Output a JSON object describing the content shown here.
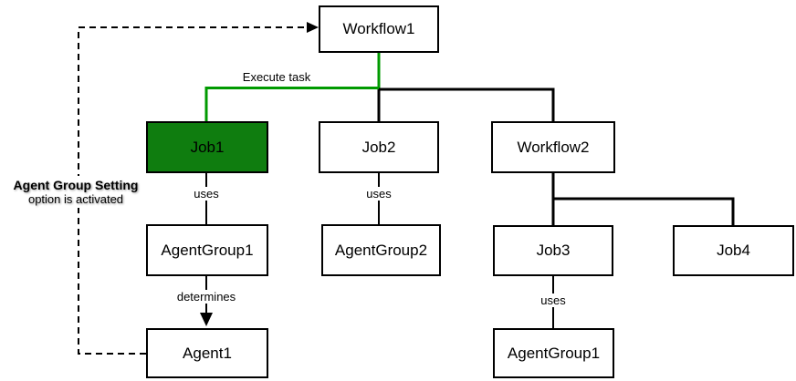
{
  "diagram": {
    "nodes": [
      {
        "id": "workflow1",
        "label": "Workflow1",
        "type": "workflow",
        "highlighted": false
      },
      {
        "id": "job1",
        "label": "Job1",
        "type": "job",
        "highlighted": true
      },
      {
        "id": "job2",
        "label": "Job2",
        "type": "job",
        "highlighted": false
      },
      {
        "id": "workflow2",
        "label": "Workflow2",
        "type": "workflow",
        "highlighted": false
      },
      {
        "id": "agentgroup1",
        "label": "AgentGroup1",
        "type": "agentgroup",
        "highlighted": false
      },
      {
        "id": "agentgroup2",
        "label": "AgentGroup2",
        "type": "agentgroup",
        "highlighted": false
      },
      {
        "id": "job3",
        "label": "Job3",
        "type": "job",
        "highlighted": false
      },
      {
        "id": "job4",
        "label": "Job4",
        "type": "job",
        "highlighted": false
      },
      {
        "id": "agent1",
        "label": "Agent1",
        "type": "agent",
        "highlighted": false
      },
      {
        "id": "agentgroup1-job3",
        "label": "AgentGroup1",
        "type": "agentgroup",
        "highlighted": false
      }
    ],
    "edge_labels": {
      "execute_task": "Execute task",
      "uses": "uses",
      "determines": "determines"
    },
    "annotation": {
      "line1": "Agent Group Setting",
      "line2": "option is activated"
    },
    "colors": {
      "highlight_fill": "#0f7d0f",
      "highlight_line": "#009a00",
      "line": "#000000",
      "background": "#ffffff"
    }
  }
}
